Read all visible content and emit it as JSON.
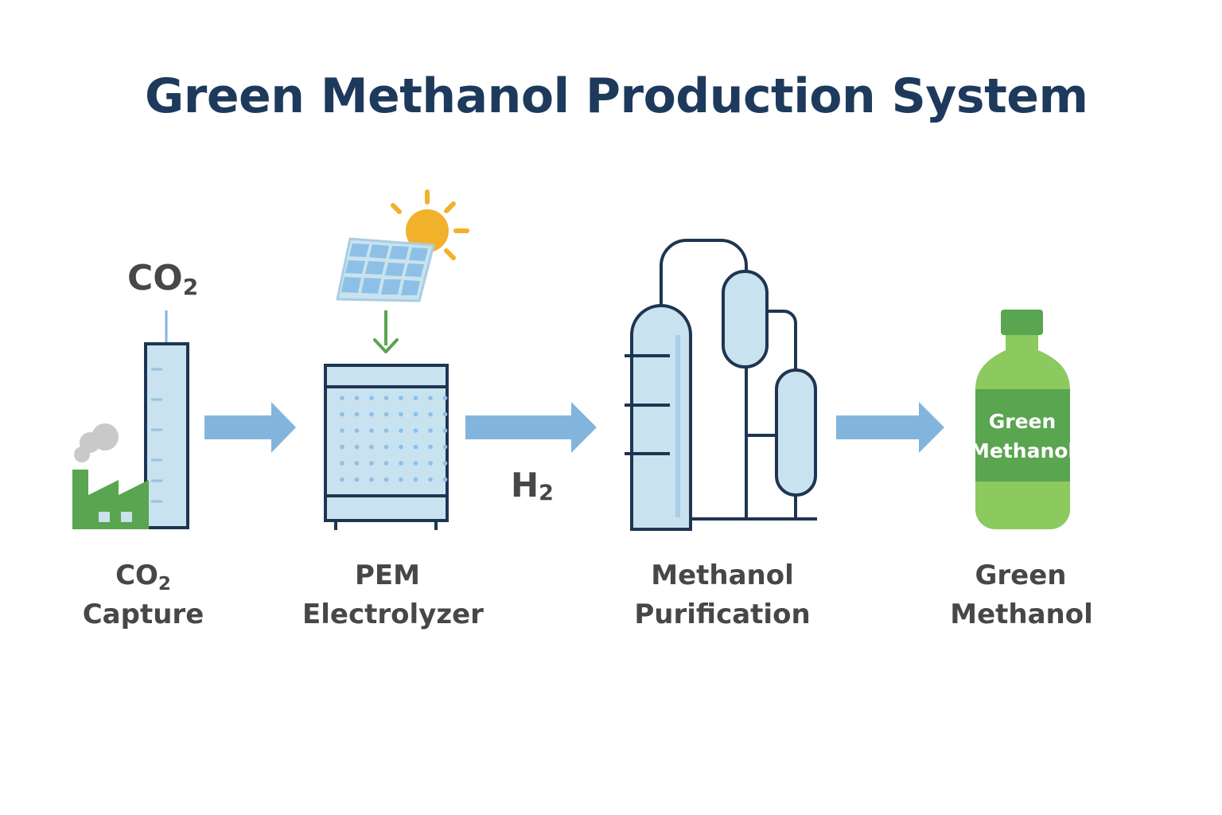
{
  "title": "Green Methanol Production System",
  "flow_labels": {
    "co2_main": "CO",
    "co2_sub": "2",
    "h2_main": "H",
    "h2_sub": "2"
  },
  "stages": {
    "capture": {
      "line1_main": "CO",
      "line1_sub": "2",
      "line2": "Capture"
    },
    "electrolyzer": {
      "line1": "PEM",
      "line2": "Electrolyzer"
    },
    "purification": {
      "line1": "Methanol",
      "line2": "Purification"
    },
    "product": {
      "line1": "Green",
      "line2": "Methanol"
    }
  },
  "bottle_label": {
    "line1": "Green",
    "line2": "Methanol"
  },
  "icons": [
    "factory-icon",
    "smoke-icon",
    "chimney-icon",
    "solar-panel-icon",
    "sun-icon",
    "electrolyzer-icon",
    "distillation-column-icon",
    "bottle-icon",
    "arrow-right-icon",
    "arrow-down-icon"
  ],
  "colors": {
    "title": "#1d3a5c",
    "outline": "#1e3552",
    "fill_light_blue": "#c8e2ef",
    "arrow_blue": "#83b5dc",
    "green_dark": "#5aa54f",
    "green_light": "#8cc95f",
    "sun": "#f2b12a",
    "smoke": "#c9c9c9",
    "text_gray": "#474747"
  }
}
